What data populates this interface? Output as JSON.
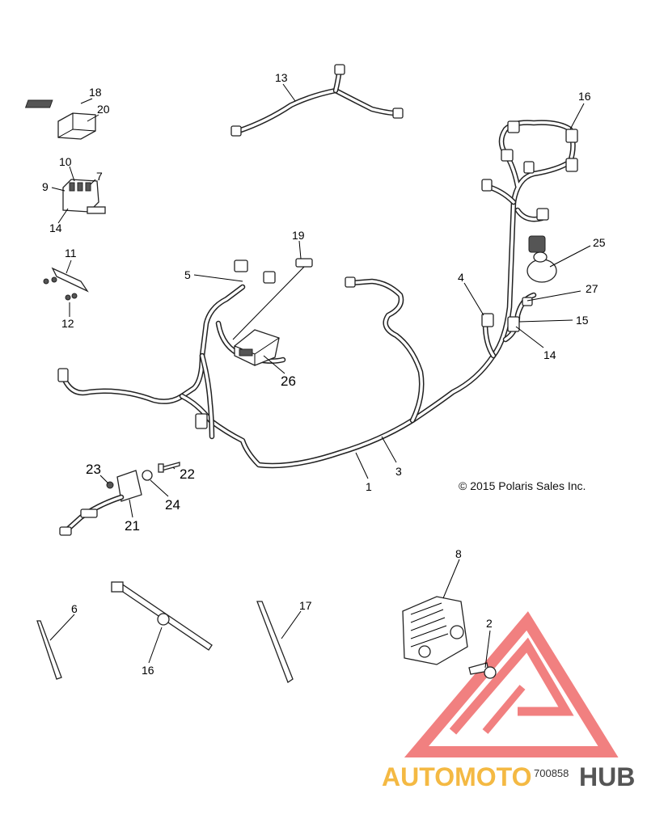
{
  "diagram": {
    "copyright": "© 2015 Polaris Sales Inc.",
    "part_number": "700858",
    "watermark": {
      "brand_left": "AUTOMOTO",
      "brand_right": "HUB"
    },
    "callouts": [
      {
        "id": "c13",
        "text": "13"
      },
      {
        "id": "c16a",
        "text": "16"
      },
      {
        "id": "c18",
        "text": "18"
      },
      {
        "id": "c20",
        "text": "20"
      },
      {
        "id": "c10",
        "text": "10"
      },
      {
        "id": "c9",
        "text": "9"
      },
      {
        "id": "c7",
        "text": "7"
      },
      {
        "id": "c14a",
        "text": "14"
      },
      {
        "id": "c11",
        "text": "11"
      },
      {
        "id": "c12",
        "text": "12"
      },
      {
        "id": "c19",
        "text": "19"
      },
      {
        "id": "c5",
        "text": "5"
      },
      {
        "id": "c25",
        "text": "25"
      },
      {
        "id": "c4",
        "text": "4"
      },
      {
        "id": "c27",
        "text": "27"
      },
      {
        "id": "c15",
        "text": "15"
      },
      {
        "id": "c14b",
        "text": "14"
      },
      {
        "id": "c26",
        "text": "26"
      },
      {
        "id": "c23",
        "text": "23"
      },
      {
        "id": "c22",
        "text": "22"
      },
      {
        "id": "c24",
        "text": "24"
      },
      {
        "id": "c21",
        "text": "21"
      },
      {
        "id": "c1",
        "text": "1"
      },
      {
        "id": "c3",
        "text": "3"
      },
      {
        "id": "c8",
        "text": "8"
      },
      {
        "id": "c6",
        "text": "6"
      },
      {
        "id": "c16b",
        "text": "16"
      },
      {
        "id": "c17",
        "text": "17"
      },
      {
        "id": "c2",
        "text": "2"
      }
    ]
  }
}
